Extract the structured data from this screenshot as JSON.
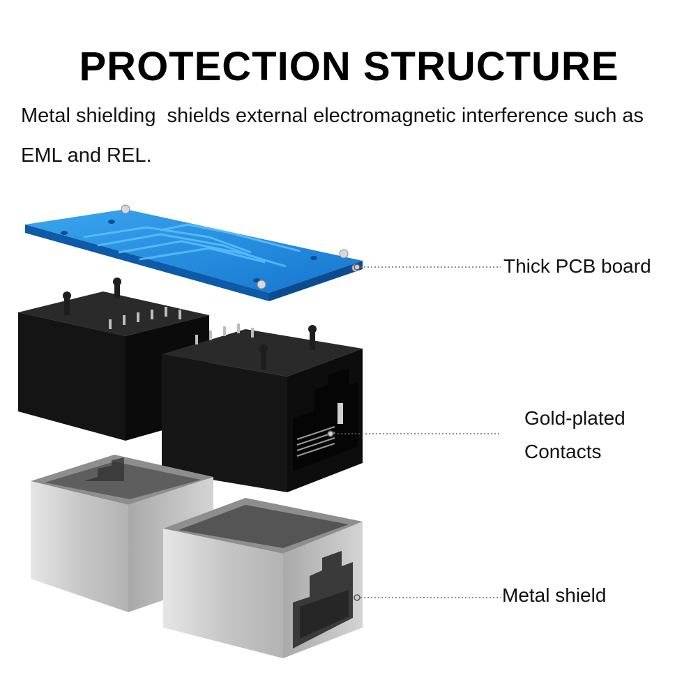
{
  "header": {
    "title": "PROTECTION STRUCTURE",
    "description": "Metal shielding  shields external electromagnetic interference such as EML and REL."
  },
  "callouts": {
    "pcb": "Thick PCB board",
    "gold_line1": "Gold-plated",
    "gold_line2": "Contacts",
    "shield": "Metal shield"
  },
  "colors": {
    "pcb_blue": "#1f8fe0",
    "jack_black": "#141414",
    "shield_silver": "#c4c4c4",
    "leader": "#666666"
  }
}
